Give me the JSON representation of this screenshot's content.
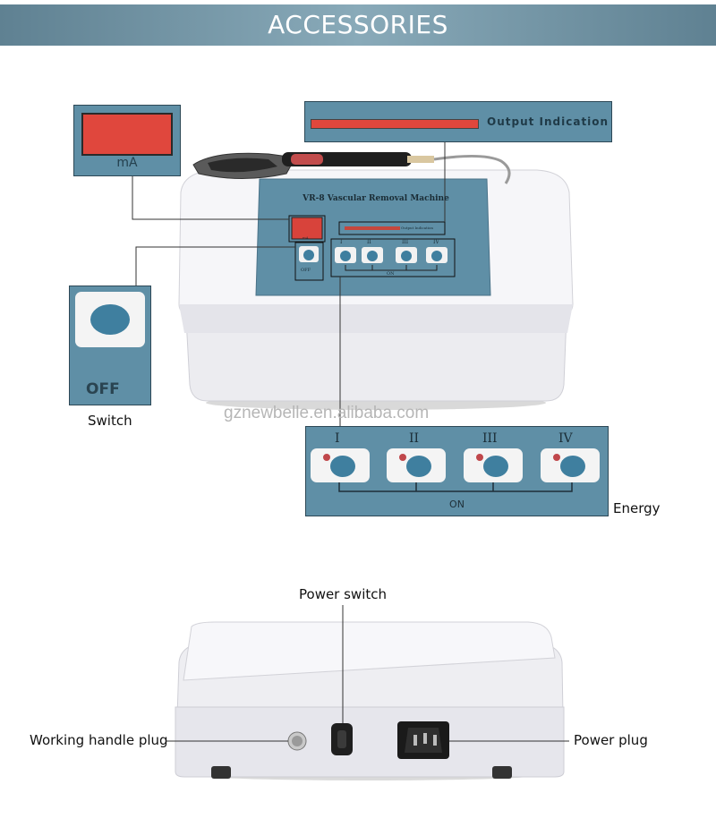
{
  "banner": {
    "title": "ACCESSORIES"
  },
  "callouts": {
    "ma_display": {
      "unit": "mA"
    },
    "output_indication": {
      "label": "Output Indication"
    },
    "switch": {
      "panel_text": "OFF",
      "caption": "Switch"
    },
    "energy": {
      "levels": [
        "I",
        "II",
        "III",
        "IV"
      ],
      "on_label": "ON",
      "caption": "Energy"
    }
  },
  "machine": {
    "model_title": "VR-8 Vascular Removal Machine",
    "panel_output_label": "Output Indication",
    "panel_off": "OFF",
    "panel_on": "ON",
    "panel_ma": "mA"
  },
  "watermark": "gznewbelle.en.alibaba.com",
  "rear": {
    "power_switch": "Power switch",
    "working_handle_plug": "Working handle plug",
    "power_plug": "Power plug"
  },
  "colors": {
    "banner": "#6f92a3",
    "panel_blue": "#5f8fa6",
    "led_red": "#e0473d",
    "button_dot": "#3f7f9f"
  }
}
